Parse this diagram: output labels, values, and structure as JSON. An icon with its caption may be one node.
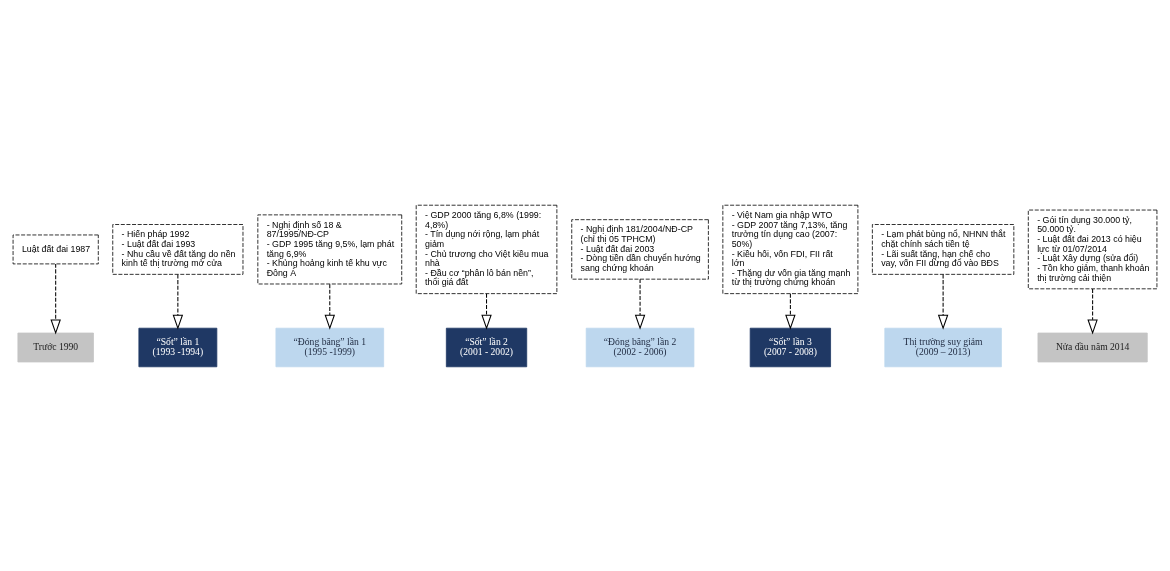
{
  "diagram": {
    "nodes": [
      {
        "text": [
          "Trước 1990"
        ]
      },
      {
        "text": [
          "“Sốt” lần 1",
          "(1993 -1994)"
        ]
      },
      {
        "text": [
          "“Đóng băng” lần 1",
          "(1995 -1999)"
        ]
      },
      {
        "text": [
          "“Sốt” lần 2",
          "(2001 - 2002)"
        ]
      },
      {
        "text": [
          "“Đóng băng” lần 2",
          "(2002 - 2006)"
        ]
      },
      {
        "text": [
          "“Sốt” lần 3",
          "(2007 - 2008)"
        ]
      },
      {
        "text": [
          "Thị trường suy giảm",
          "(2009 – 2013)"
        ]
      },
      {
        "text": [
          "Nửa đầu năm 2014"
        ]
      },
      {
        "text": [
          "Luật đất đai 1987"
        ]
      },
      {
        "text": [
          "- Hiến pháp 1992",
          "- Luật đất đai 1993",
          "- Nhu cầu về đất tăng do nền kinh tế thị trường mở cửa"
        ]
      },
      {
        "text": [
          "- Nghị định số 18 & 87/1995/NĐ-CP",
          "- GDP 1995 tăng 9,5%, lạm phát tăng 6,9%",
          "- Khủng hoảng kinh tế khu vực Đông Á"
        ]
      },
      {
        "text": [
          "- GDP 2000 tăng 6,8% (1999: 4,8%)",
          "- Tín dụng nới rộng, lạm phát giảm",
          "- Chủ trương cho Việt kiều mua nhà",
          "- Đầu cơ “phân lô bán nền”, thổi giá đất"
        ]
      },
      {
        "text": [
          "- Nghị định 181/2004/NĐ-CP (chỉ thị 05 TPHCM)",
          "- Luật đất đai 2003",
          "- Dòng tiền dần chuyển hướng sang chứng khoán"
        ]
      },
      {
        "text": [
          "- Việt Nam gia nhập WTO",
          "- GDP 2007 tăng 7,13%, tăng trưởng tín dụng cao (2007: 50%)",
          "- Kiều hối, vốn FDI, FII rất lớn",
          "- Thặng dư vốn gia tăng mạnh từ thị trường chứng khoán"
        ]
      },
      {
        "text": [
          "- Lạm phát bùng nổ, NHNN thắt chặt chính sách tiền tệ",
          "- Lãi suất tăng, hạn chế cho vay, vốn FII dừng đổ vào BĐS"
        ]
      },
      {
        "text": [
          "- Gói tín dụng 30.000 tỷ, 50.000 tỷ.",
          "- Luật đất đai 2013 có hiệu lực từ 01/07/2014",
          "- Luật Xây dựng (sửa đổi)",
          "- Tồn kho giảm, thanh khoản thị trường cải thiện"
        ]
      }
    ],
    "edges": [
      {
        "from": 8,
        "to": 0,
        "arrow": "to",
        "style": "dashed"
      },
      {
        "from": 9,
        "to": 1,
        "arrow": "to",
        "style": "dashed"
      },
      {
        "from": 10,
        "to": 2,
        "arrow": "to",
        "style": "dashed"
      },
      {
        "from": 11,
        "to": 3,
        "arrow": "to",
        "style": "dashed"
      },
      {
        "from": 12,
        "to": 4,
        "arrow": "to",
        "style": "dashed"
      },
      {
        "from": 13,
        "to": 5,
        "arrow": "to",
        "style": "dashed"
      },
      {
        "from": 14,
        "to": 6,
        "arrow": "to",
        "style": "dashed"
      },
      {
        "from": 15,
        "to": 7,
        "arrow": "to",
        "style": "dashed"
      }
    ]
  }
}
